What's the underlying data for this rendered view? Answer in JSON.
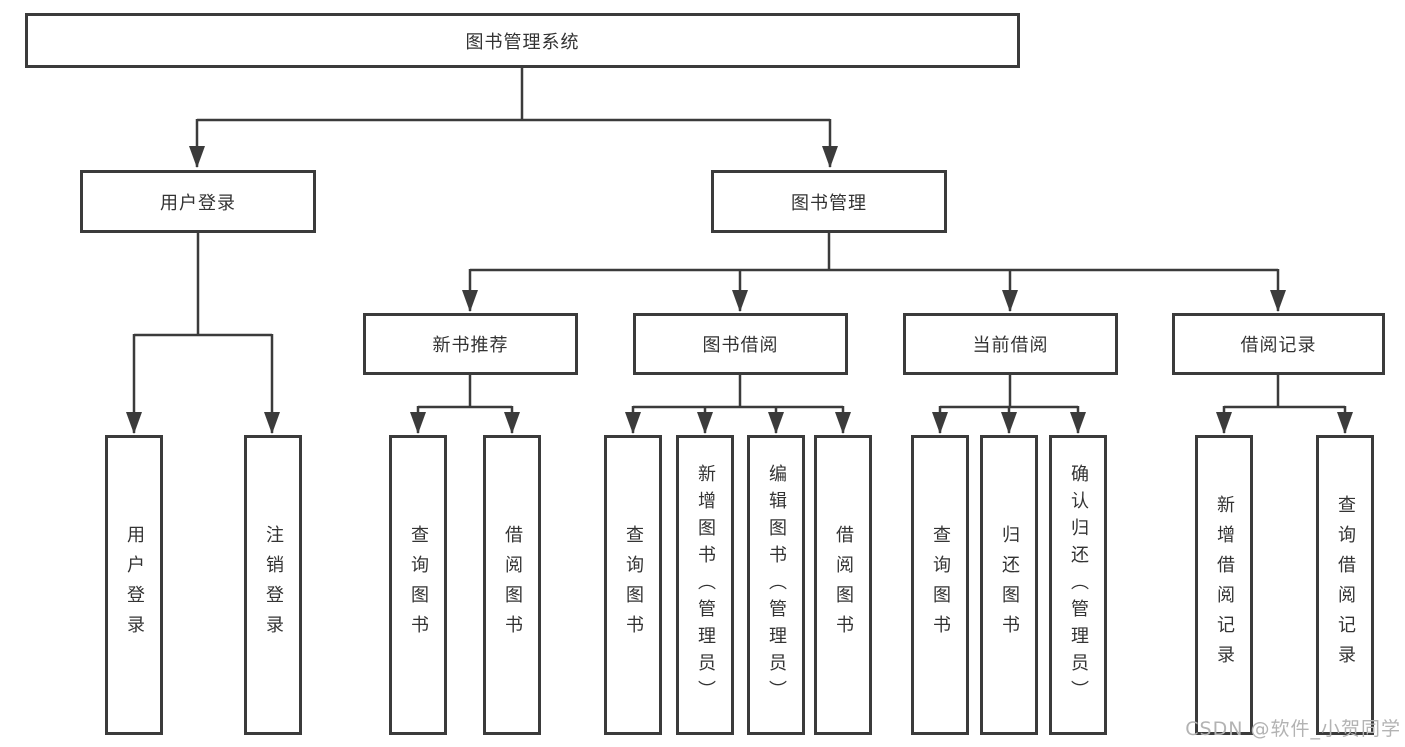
{
  "diagram": {
    "title_node": {
      "label": "图书管理系统"
    },
    "level2": [
      {
        "id": "user-login",
        "label": "用户登录",
        "parent": "图书管理系统"
      },
      {
        "id": "book-management",
        "label": "图书管理",
        "parent": "图书管理系统"
      }
    ],
    "level3": [
      {
        "id": "new-book-recommend",
        "label": "新书推荐",
        "parent": "图书管理"
      },
      {
        "id": "book-borrowing",
        "label": "图书借阅",
        "parent": "图书管理"
      },
      {
        "id": "current-borrowing",
        "label": "当前借阅",
        "parent": "图书管理"
      },
      {
        "id": "borrowing-records",
        "label": "借阅记录",
        "parent": "图书管理"
      }
    ],
    "leaves": [
      {
        "label": "用户登录",
        "parent": "用户登录"
      },
      {
        "label": "注销登录",
        "parent": "用户登录"
      },
      {
        "label": "查询图书",
        "parent": "新书推荐"
      },
      {
        "label": "借阅图书",
        "parent": "新书推荐"
      },
      {
        "label": "查询图书",
        "parent": "图书借阅"
      },
      {
        "label": "新增图书（管理员）",
        "parent": "图书借阅"
      },
      {
        "label": "编辑图书（管理员）",
        "parent": "图书借阅"
      },
      {
        "label": "借阅图书",
        "parent": "图书借阅"
      },
      {
        "label": "查询图书",
        "parent": "当前借阅"
      },
      {
        "label": "归还图书",
        "parent": "当前借阅"
      },
      {
        "label": "确认归还（管理员）",
        "parent": "当前借阅"
      },
      {
        "label": "新增借阅记录",
        "parent": "借阅记录"
      },
      {
        "label": "查询借阅记录",
        "parent": "借阅记录"
      }
    ]
  },
  "watermark": {
    "text": "CSDN @软件_小贺同学"
  },
  "colors": {
    "line": "#3b3b3b",
    "text": "#333333",
    "background": "#ffffff",
    "watermark": "#b3b3b3"
  }
}
